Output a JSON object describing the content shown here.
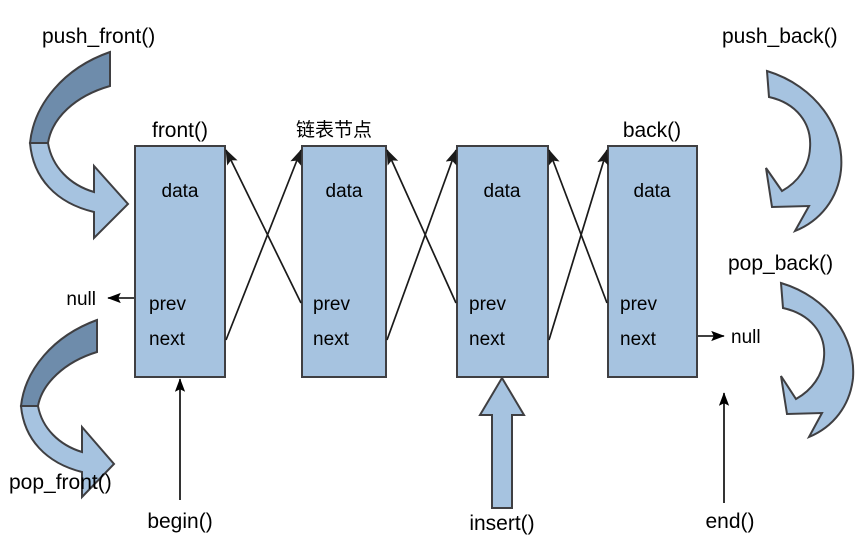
{
  "diagram": {
    "title": "doubly linked list (std::list) operations diagram",
    "colors": {
      "node_fill": "#a6c3e0",
      "node_stroke": "#3f3f42",
      "arrow_fill_light": "#a6c3e0",
      "arrow_fill_dark": "#6e8cab",
      "line": "#1a1a1a",
      "background": "#ffffff"
    },
    "node_label": "链表节点",
    "nodes": [
      {
        "id": "node1",
        "data": "data",
        "prev": "prev",
        "next": "next",
        "caption": "front()"
      },
      {
        "id": "node2",
        "data": "data",
        "prev": "prev",
        "next": "next",
        "caption": "链表节点"
      },
      {
        "id": "node3",
        "data": "data",
        "prev": "prev",
        "next": "next",
        "caption": ""
      },
      {
        "id": "node4",
        "data": "data",
        "prev": "prev",
        "next": "next",
        "caption": "back()"
      }
    ],
    "terminators": {
      "left_null": "null",
      "right_null": "null"
    },
    "operations": {
      "push_front": "push_front()",
      "pop_front": "pop_front()",
      "push_back": "push_back()",
      "pop_back": "pop_back()",
      "insert": "insert()",
      "begin": "begin()",
      "end": "end()",
      "front": "front()",
      "back": "back()"
    }
  }
}
